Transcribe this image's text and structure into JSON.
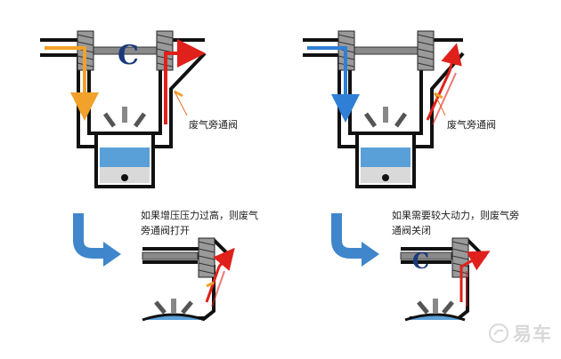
{
  "labels": {
    "wastegate_left": "废气旁通阀",
    "wastegate_right": "废气旁通阀",
    "note_open_line1": "如果增压压力过高，则废气",
    "note_open_line2": "旁通阀打开",
    "note_closed_line1": "如果需要较大动力，则废气旁",
    "note_closed_line2": "通阀关闭"
  },
  "watermark": {
    "text": "易车",
    "icon": "yiche-logo-icon"
  },
  "colors": {
    "duct_fill": "#7f7f7f",
    "wall": "#111111",
    "intake_orange": "#f2a12a",
    "intake_blue": "#2f7fd6",
    "exhaust_red": "#e0201a",
    "arrow_blue": "#3f86cc",
    "cylinder_blue": "#5aa0d8"
  }
}
